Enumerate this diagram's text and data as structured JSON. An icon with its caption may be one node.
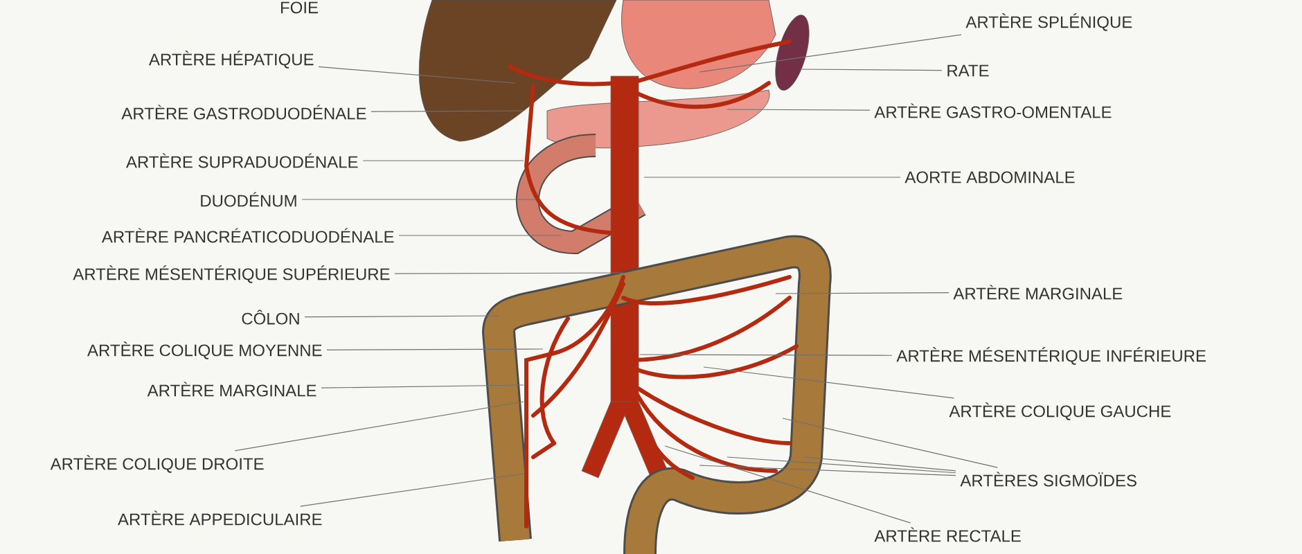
{
  "diagram": {
    "nodes": [
      {
        "text": [
          "ARTÈRE HÉPATIQUE"
        ]
      },
      {
        "text": [
          "ARTÈRE GASTRODUODÉNALE"
        ]
      },
      {
        "text": [
          "ARTÈRE SUPRADUODÉNALE"
        ]
      },
      {
        "text": [
          "DUODÉNUM"
        ]
      },
      {
        "text": [
          "ARTÈRE PANCRÉATICODUODÉNALE"
        ]
      },
      {
        "text": [
          "ARTÈRE MÉSENTÉRIQUE SUPÉRIEURE"
        ]
      },
      {
        "text": [
          "CÔLON"
        ]
      },
      {
        "text": [
          "ARTÈRE COLIQUE MOYENNE"
        ]
      },
      {
        "text": [
          "ARTÈRE MARGINALE"
        ]
      },
      {
        "text": [
          "ARTÈRE COLIQUE DROITE"
        ]
      },
      {
        "text": [
          "ARTÈRE APPEDICULAIRE"
        ]
      },
      {
        "text": [
          "ARTÈRE SPLÉNIQUE"
        ]
      },
      {
        "text": [
          "RATE"
        ]
      },
      {
        "text": [
          "ARTÈRE GASTRO-OMENTALE"
        ]
      },
      {
        "text": [
          "AORTE ABDOMINALE"
        ]
      },
      {
        "text": [
          "ARTÈRE MARGINALE"
        ]
      },
      {
        "text": [
          "ARTÈRE MÉSENTÉRIQUE INFÉRIEURE"
        ]
      },
      {
        "text": [
          "ARTÈRE COLIQUE GAUCHE"
        ]
      },
      {
        "text": [
          "ARTÈRES SIGMOÏDES"
        ]
      },
      {
        "text": [
          "ARTÈRE RECTALE"
        ]
      }
    ],
    "edges": [
      {
        "from": 0,
        "to": null,
        "arrow": "none"
      },
      {
        "from": 1,
        "to": null,
        "arrow": "none"
      },
      {
        "from": 2,
        "to": null,
        "arrow": "none"
      },
      {
        "from": 3,
        "to": null,
        "arrow": "none"
      },
      {
        "from": 4,
        "to": null,
        "arrow": "none"
      },
      {
        "from": 5,
        "to": null,
        "arrow": "none"
      },
      {
        "from": 6,
        "to": null,
        "arrow": "none"
      },
      {
        "from": 7,
        "to": null,
        "arrow": "none"
      },
      {
        "from": 8,
        "to": null,
        "arrow": "none"
      },
      {
        "from": 9,
        "to": null,
        "arrow": "none"
      },
      {
        "from": 10,
        "to": null,
        "arrow": "none"
      },
      {
        "from": 11,
        "to": null,
        "arrow": "none"
      },
      {
        "from": 12,
        "to": null,
        "arrow": "none"
      },
      {
        "from": 13,
        "to": null,
        "arrow": "none"
      },
      {
        "from": 14,
        "to": null,
        "arrow": "none"
      },
      {
        "from": 15,
        "to": null,
        "arrow": "none"
      },
      {
        "from": 16,
        "to": null,
        "arrow": "none"
      },
      {
        "from": 17,
        "to": null,
        "arrow": "none"
      },
      {
        "from": 18,
        "to": null,
        "arrow": "none"
      },
      {
        "from": 18,
        "to": null,
        "arrow": "none"
      },
      {
        "from": 18,
        "to": null,
        "arrow": "none"
      },
      {
        "from": 18,
        "to": null,
        "arrow": "none"
      },
      {
        "from": 19,
        "to": null,
        "arrow": "none"
      }
    ],
    "labels": [
      "FOIE"
    ]
  }
}
